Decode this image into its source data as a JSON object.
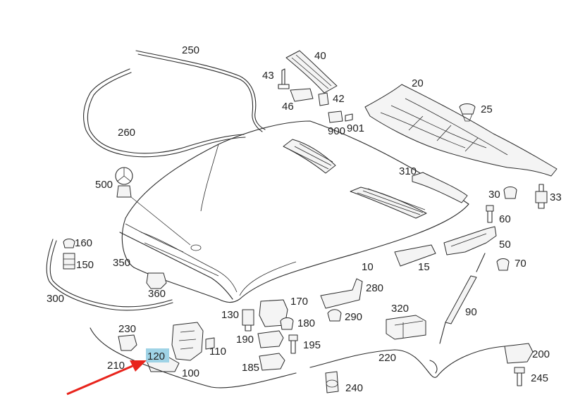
{
  "labels": {
    "p10": "10",
    "p15": "15",
    "p20": "20",
    "p25": "25",
    "p30": "30",
    "p33": "33",
    "p40": "40",
    "p42": "42",
    "p43": "43",
    "p46": "46",
    "p50": "50",
    "p60": "60",
    "p70": "70",
    "p90": "90",
    "p100": "100",
    "p110": "110",
    "p120": "120",
    "p130": "130",
    "p150": "150",
    "p160": "160",
    "p170": "170",
    "p180": "180",
    "p185": "185",
    "p190": "190",
    "p195": "195",
    "p200": "200",
    "p210": "210",
    "p220": "220",
    "p230": "230",
    "p240": "240",
    "p245": "245",
    "p250": "250",
    "p260": "260",
    "p280": "280",
    "p290": "290",
    "p300": "300",
    "p310": "310",
    "p320": "320",
    "p350": "350",
    "p360": "360",
    "p500": "500",
    "p900": "900",
    "p901": "901"
  },
  "highlight": {
    "part": "120",
    "color": "#9fd3e6"
  },
  "arrow": {
    "color": "#e8241c"
  }
}
